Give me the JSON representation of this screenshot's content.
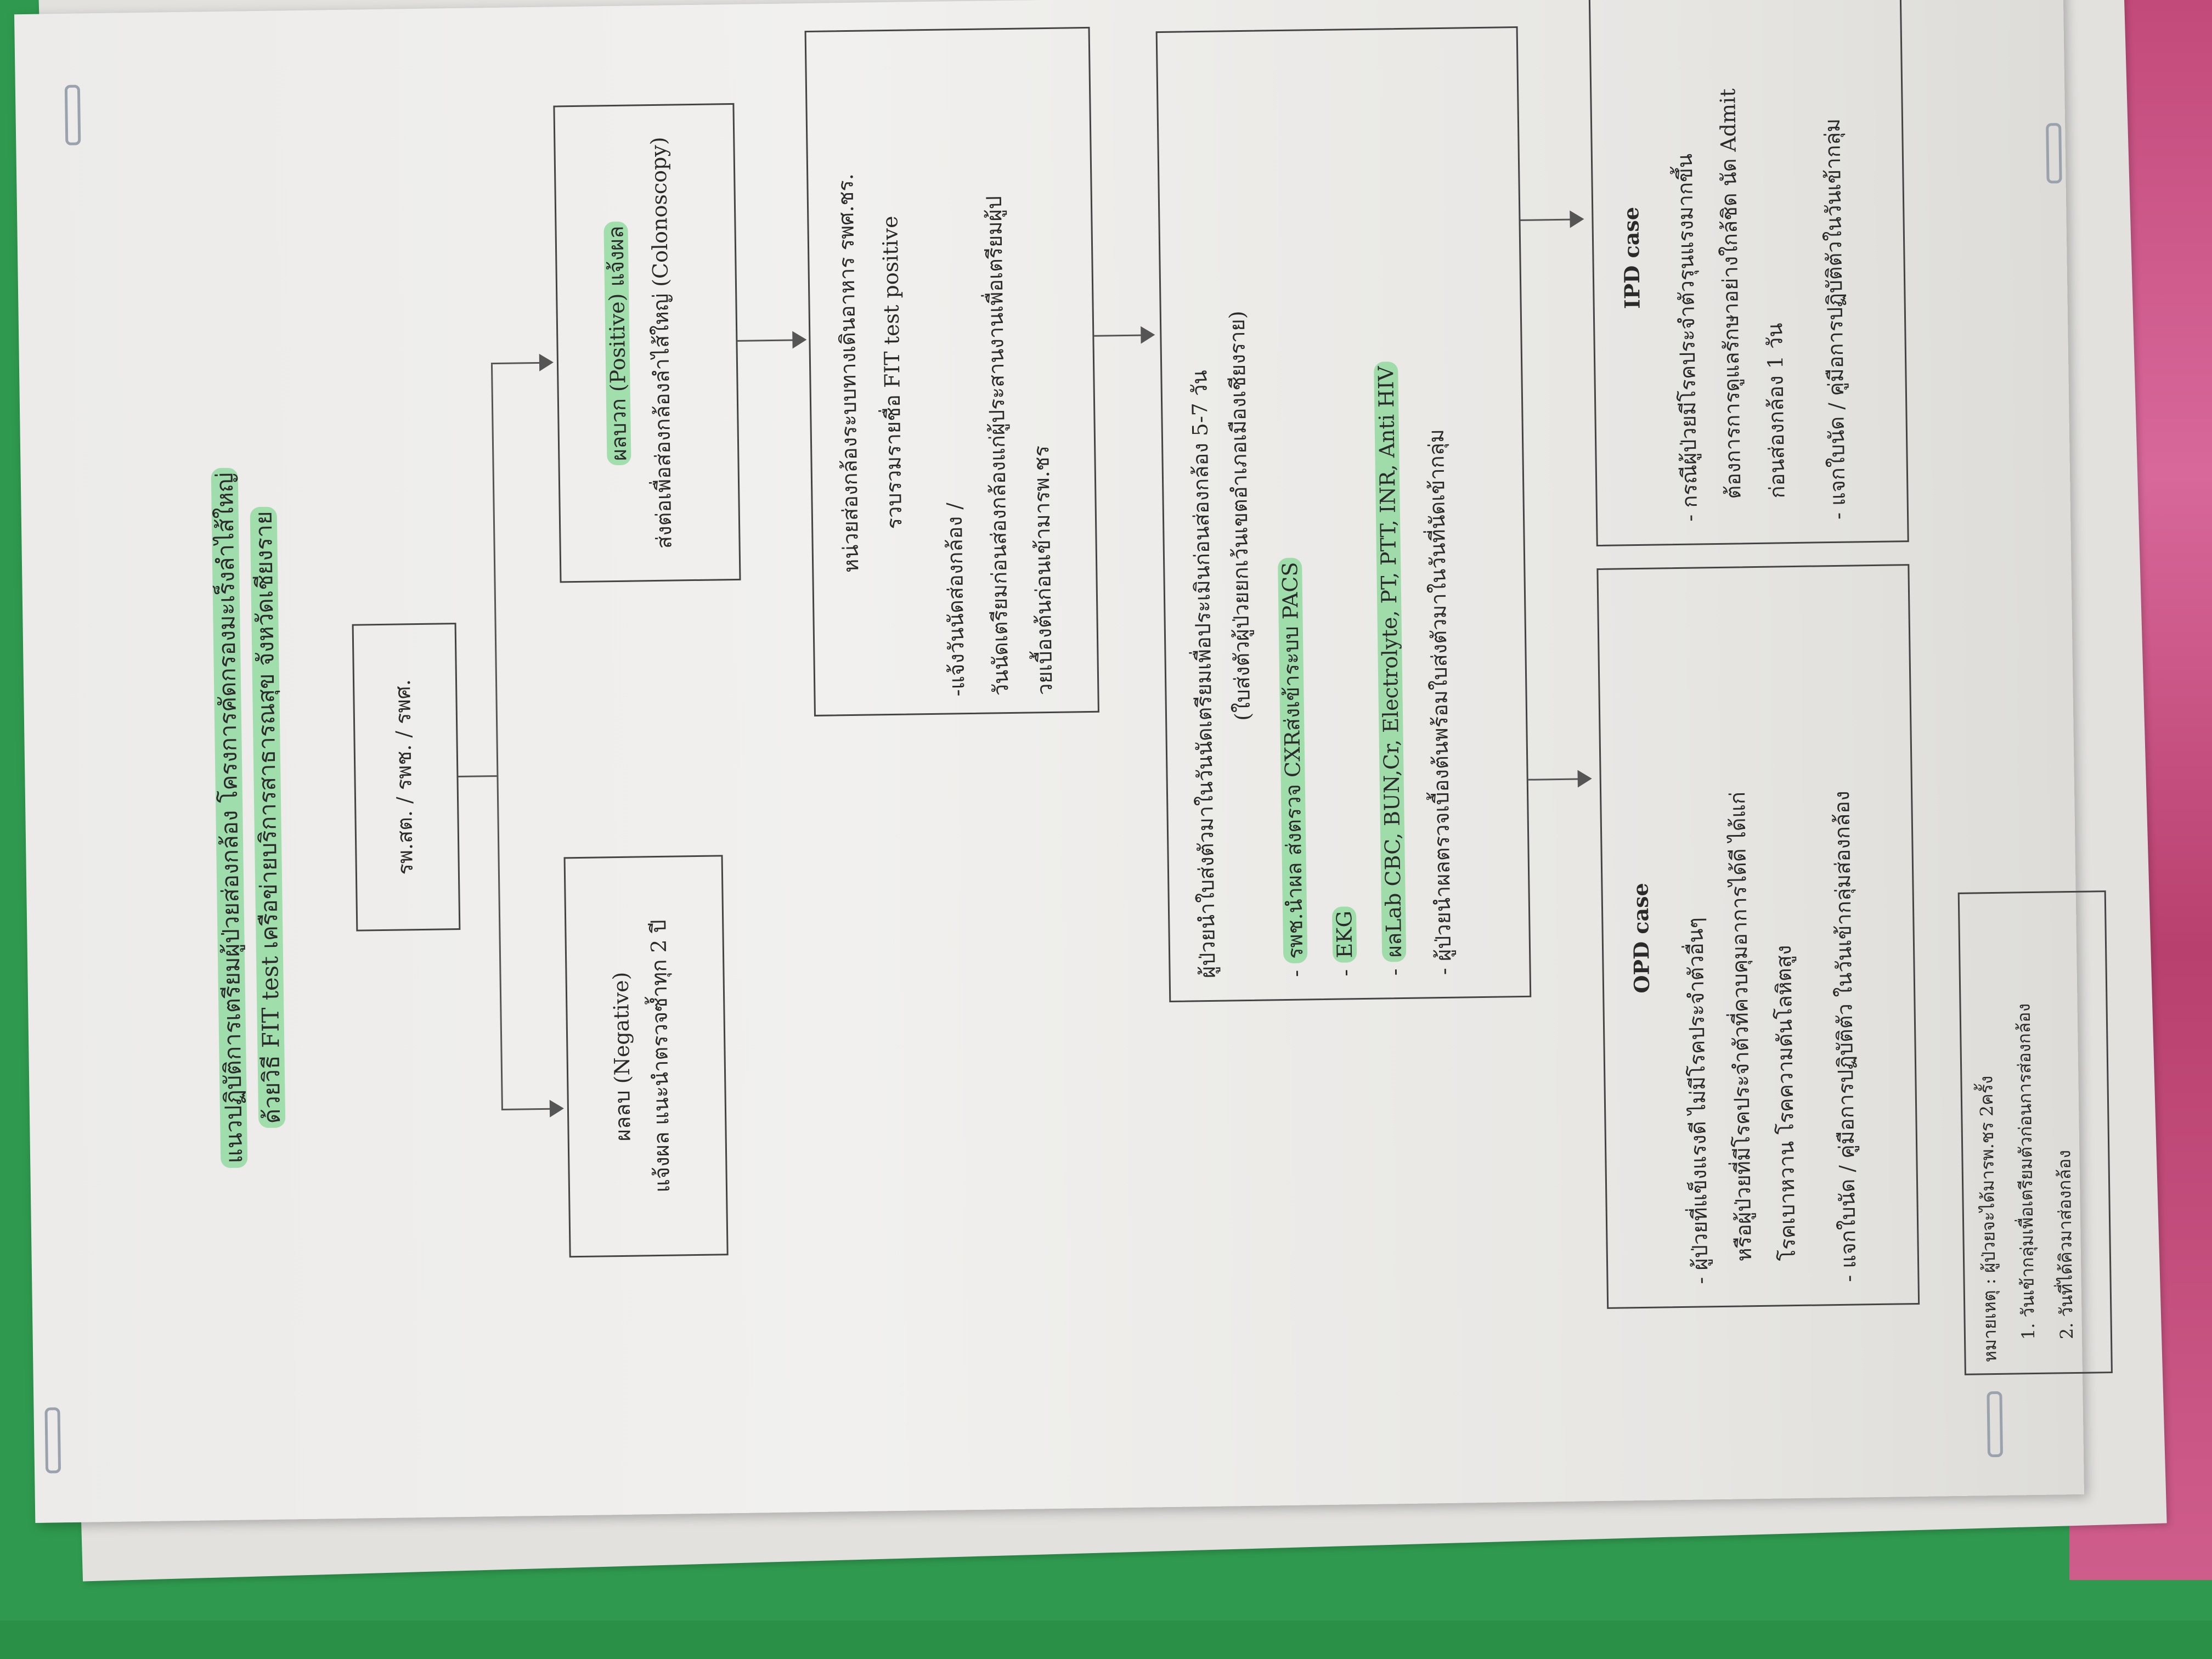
{
  "title": {
    "line1": "แนวปฏิบัติการเตรียมผู้ป่วยส่องกล้อง โครงการคัดกรองมะเร็งลำไส้ใหญ่",
    "line2": "ด้วยวิธี FIT test เครือข่ายบริการสาธารณสุข จังหวัดเชียงราย"
  },
  "source_box": "รพ.สต. / รพช. / รพศ.",
  "negative_box": {
    "line1": "ผลลบ (Negative)",
    "line2": "แจ้งผล แนะนำตรวจซ้ำทุก 2 ปี"
  },
  "positive_box": {
    "line1": "ผลบวก (Positive) แจ้งผล",
    "line2": "ส่งต่อเพื่อส่องกล้องลำไส้ใหญ่ (Colonoscopy)"
  },
  "endoscopy_box": {
    "line1": "หน่วยส่องกล้องระบบทางเดินอาหาร รพศ.ชร.",
    "line2": "รวบรวมรายชื่อ FIT test positive",
    "line3": "-แจ้งวันนัดส่องกล้อง /",
    "line4": "วันนัดเตรียมก่อนส่องกล้องแก่ผู้ประสานงานเพื่อเตรียมผู้ป",
    "line5": "วยเบื้องต้นก่อนเข้ามารพ.ชร"
  },
  "prep_box": {
    "line1": "ผู้ป่วยนำใบส่งตัวมาในวันนัดเตรียมเพื่อประเมินก่อนส่องกล้อง 5-7 วัน",
    "line2": "(ใบส่งตัวผู้ป่วยยกเว้นเขตอำเภอเมืองเชียงราย)",
    "items": [
      "รพช.นำผล ส่งตรวจ CXRส่งเข้าระบบ PACS",
      "EKG",
      "ผลLab CBC, BUN,Cr, Electrolyte, PT, PTT, INR, Anti HIV",
      "ผู้ป่วยนำผลตรวจเบื้องต้นพร้อมใบส่งตัวมาในวันที่นัดเข้ากลุ่ม"
    ]
  },
  "opd_box": {
    "heading": "OPD case",
    "item1_line1": "ผู้ป่วยที่แข็งแรงดี ไม่มีโรคประจำตัวอื่นๆ",
    "item1_line2": "หรือผู้ป่วยที่มีโรคประจำตัวที่ควบคุมอาการได้ดี ได้แก่",
    "item1_line3": "โรคเบาหวาน โรคความดันโลหิตสูง",
    "item2": "แจกใบนัด / คู่มือการปฏิบัติตัว ในวันเข้ากลุ่มส่องกล้อง"
  },
  "ipd_box": {
    "heading": "IPD case",
    "item1_line1": "กรณีผู้ป่วยมีโรคประจำตัวรุนแรงมากขึ้น",
    "item1_line2": "ต้องการการดูแลรักษาอย่างใกล้ชิด นัด Admit",
    "item1_line3": "ก่อนส่องกล้อง 1 วัน",
    "item2": "แจกใบนัด / คู่มือการปฏิบัติตัวในวันเข้ากลุ่ม"
  },
  "note_box": {
    "heading": "หมายเหตุ : ผู้ป่วยจะได้มารพ.ชร 2ครั้ง",
    "items": [
      "วันเข้ากลุ่มเพื่อเตรียมตัวก่อนการส่องกล้อง",
      "วันที่ได้คิวมาส่องกล้อง"
    ]
  },
  "colors": {
    "highlight": "#60d278",
    "folder_green": "#2f9a4f",
    "fabric_pink": "#c24a7a"
  }
}
